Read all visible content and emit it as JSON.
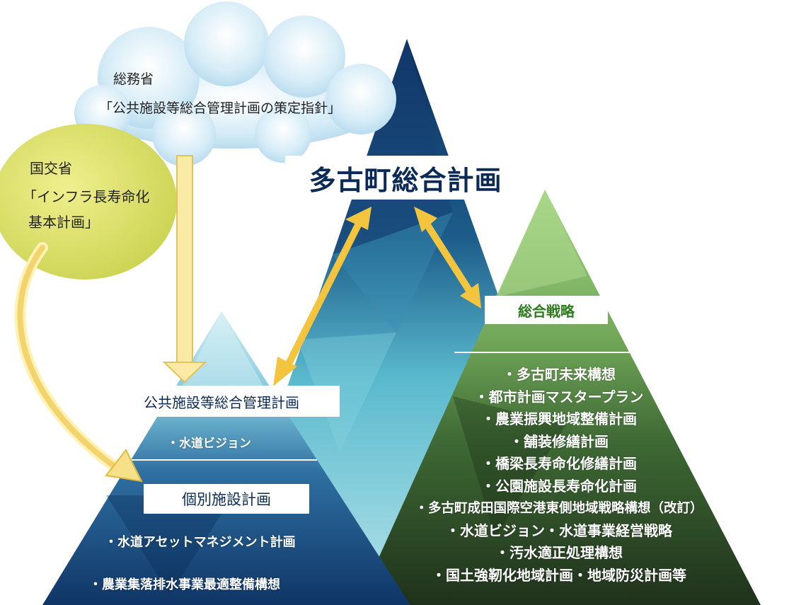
{
  "main_plan": {
    "title": "多古町総合計画"
  },
  "soumusho": {
    "ministry": "総務省",
    "guideline": "「公共施設等総合管理計画の策定指針」"
  },
  "kokkosho": {
    "ministry": "国交省",
    "plan_line1": "「インフラ長寿命化",
    "plan_line2": "基本計画」"
  },
  "public_facility": {
    "title": "公共施設等総合管理計画",
    "item": "・水道ビジョン",
    "individual_title": "個別施設計画",
    "individual_items": [
      "・水道アセットマネジメント計画",
      "・農業集落排水事業最適整備構想"
    ]
  },
  "strategy": {
    "title": "総合戦略",
    "items": [
      "・多古町未来構想",
      "・都市計画マスタープラン",
      "・農業振興地域整備計画",
      "・舗装修繕計画",
      "・橋梁長寿命化修繕計画",
      "・公園施設長寿命化計画",
      "・多古町成田国際空港東側地域戦略構想（改訂）",
      "・水道ビジョン・水道事業経営戦略",
      "・汚水適正処理構想",
      "・国土強靭化地域計画・地域防災計画等"
    ]
  },
  "colors": {
    "navy": "#0b2a55",
    "teal": "#6cc7d6",
    "green": "#8cc56e",
    "dark_green": "#24381f",
    "yellow_arrow": "#f3c53f",
    "cloud": "#c8e3f2",
    "lemon": "#dfe07a",
    "strategy_text": "#2d7a1d"
  }
}
